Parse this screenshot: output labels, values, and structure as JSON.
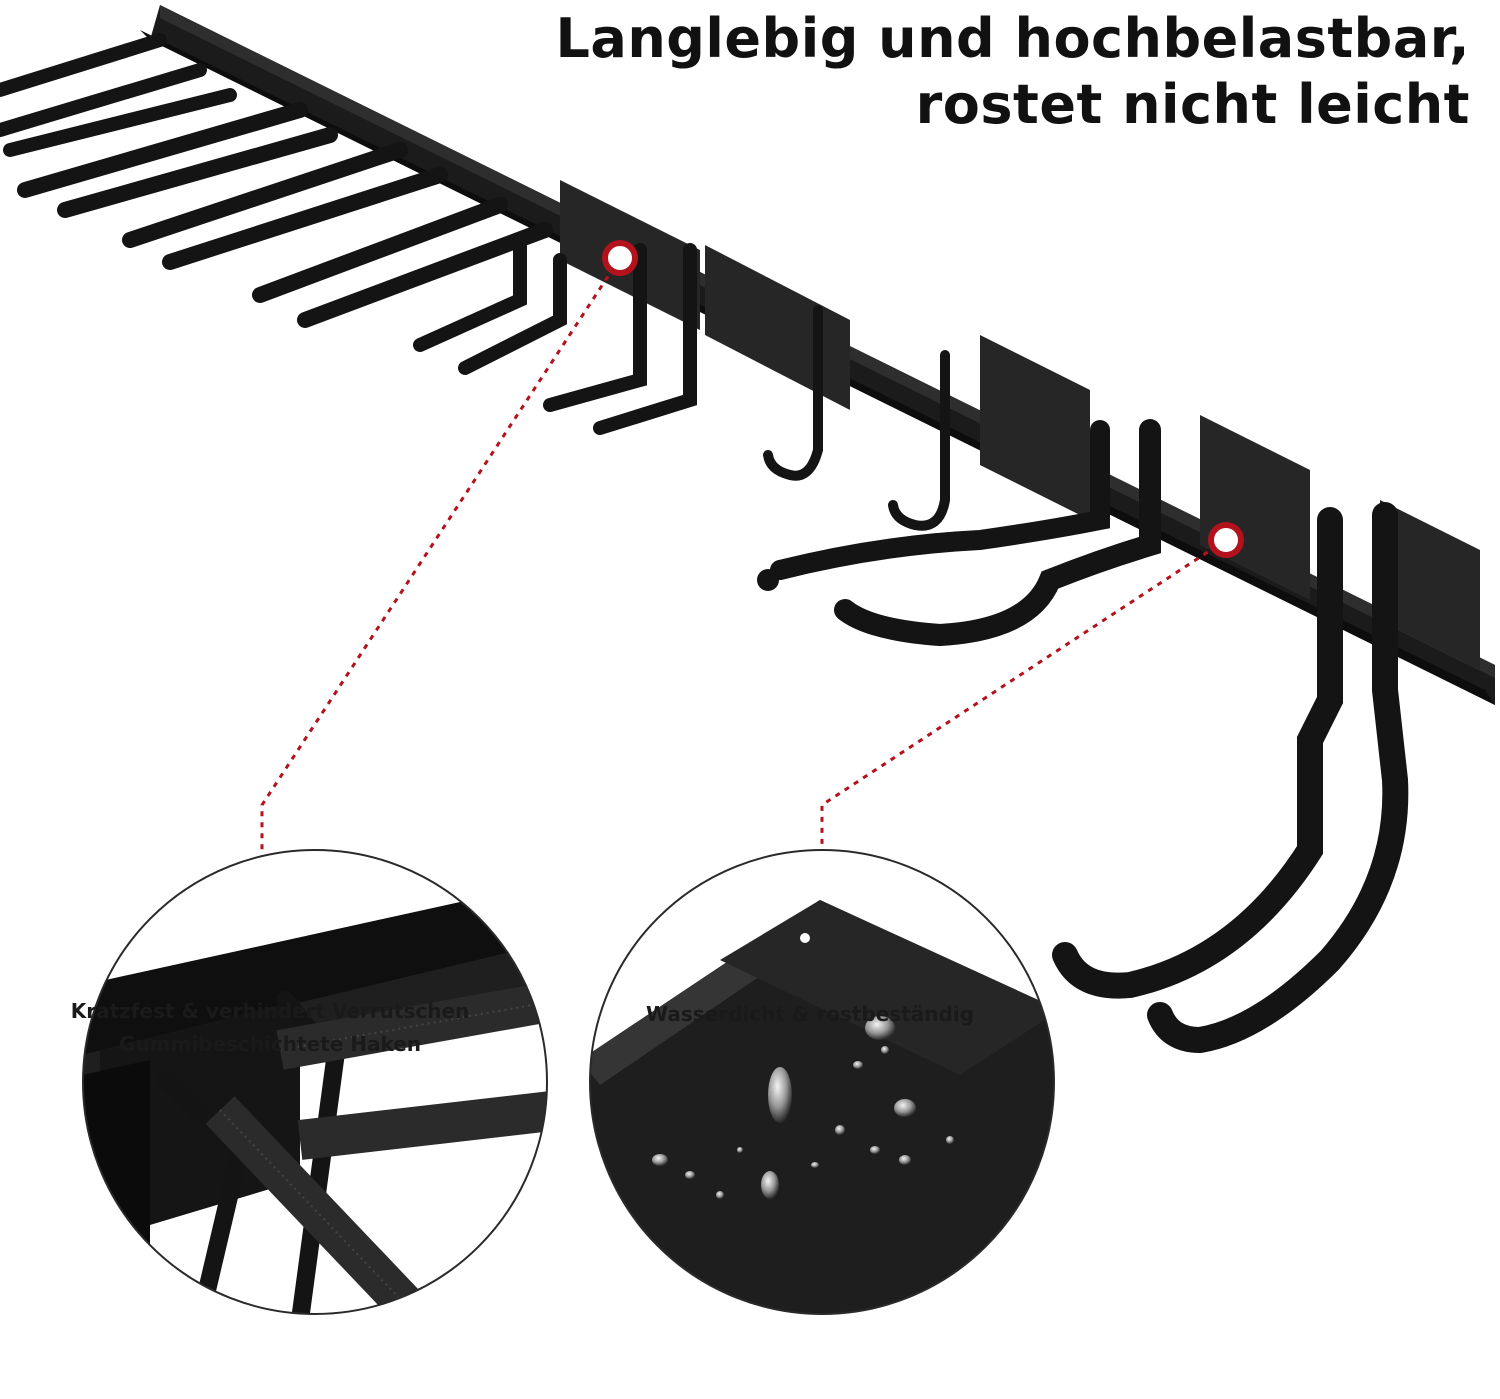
{
  "headline": {
    "line1": "Langlebig und hochbelastbar,",
    "line2": "rostet nicht leicht"
  },
  "captions": {
    "left_line1": "Kratzfest & verhindert Verrutschen",
    "left_line2": "Gummibeschichtete Haken",
    "right": "Wasserdicht & rostbeständig"
  },
  "colors": {
    "product": "#141414",
    "accent": "#b3121c",
    "callout_border": "#2a2a2a"
  }
}
